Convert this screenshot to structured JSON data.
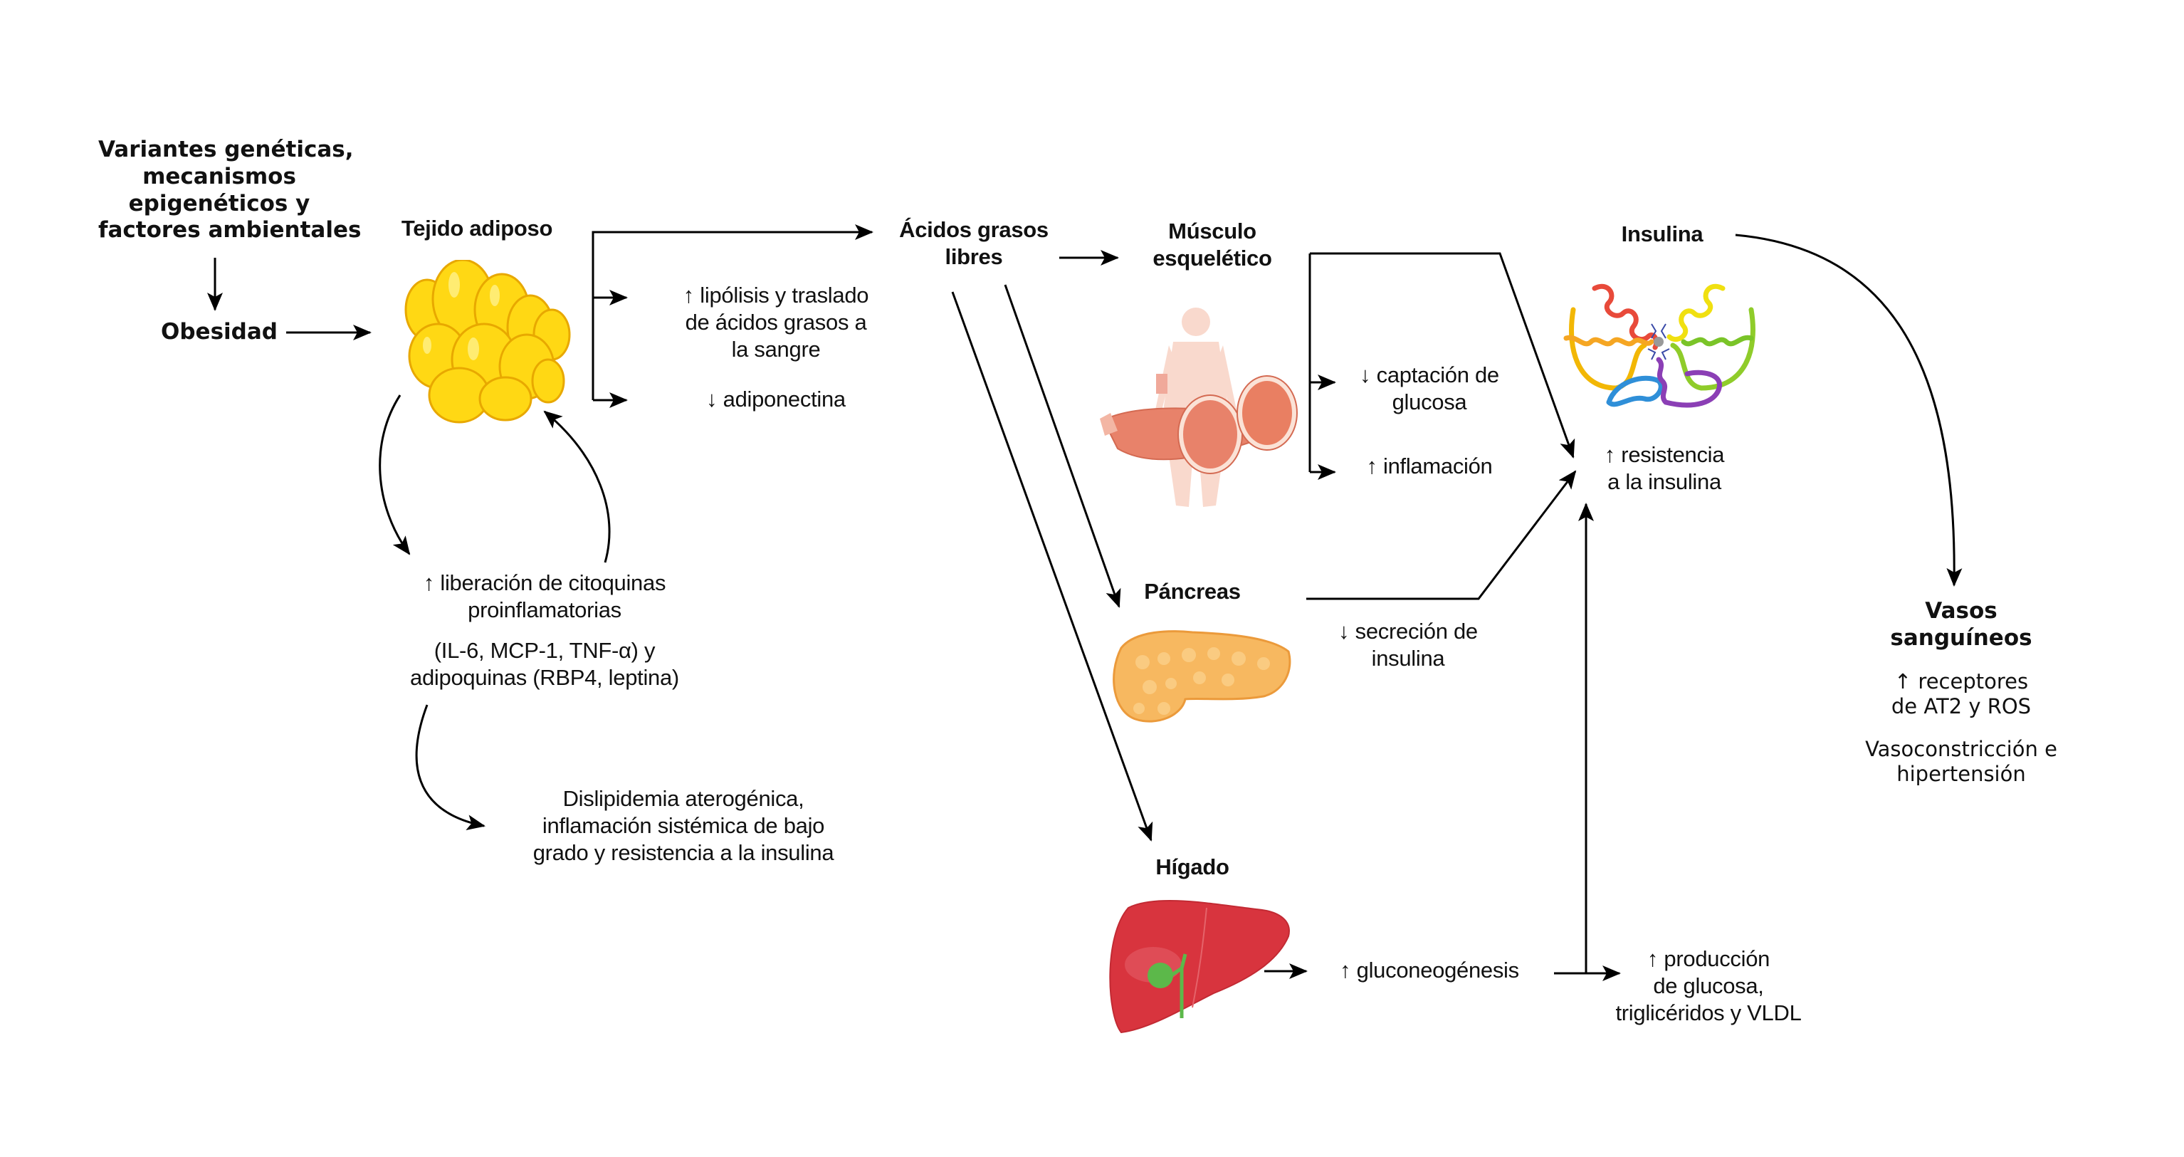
{
  "diagram": {
    "nodes": {
      "causes": {
        "lines": [
          "Variantes genéticas,",
          "mecanismos",
          "epigenéticos y",
          "factores ambientales"
        ]
      },
      "obesity": {
        "label": "Obesidad"
      },
      "adipose": {
        "label": "Tejido adiposo",
        "icon": "fat-cells-illustration"
      },
      "adipose_effects": {
        "lipolysis": [
          "↑ lipólisis y traslado",
          "de ácidos grasos a",
          "la sangre"
        ],
        "adiponectin": "↓ adiponectina"
      },
      "cytokines": {
        "lines": [
          "↑ liberación de citoquinas",
          "proinflamatorias"
        ],
        "detail": [
          "(IL-6, MCP-1, TNF-α) y",
          "adipoquinas (RBP4, leptina)"
        ]
      },
      "dyslipidemia": {
        "lines": [
          "Dislipidemia aterogénica,",
          "inflamación sistémica de bajo",
          "grado y resistencia a la insulina"
        ]
      },
      "ffa": {
        "lines": [
          "Ácidos grasos",
          "libres"
        ]
      },
      "muscle": {
        "lines": [
          "Músculo",
          "esquelético"
        ],
        "icon": "skeletal-muscle-illustration",
        "effects": {
          "glucose_uptake": [
            "↓ captación de",
            "glucosa"
          ],
          "inflammation": "↑ inflamación"
        }
      },
      "pancreas": {
        "label": "Páncreas",
        "icon": "pancreas-illustration",
        "effect": [
          "↓ secreción de",
          "insulina"
        ]
      },
      "liver": {
        "label": "Hígado",
        "icon": "liver-illustration",
        "effect": "↑ gluconeogénesis"
      },
      "production": {
        "lines": [
          "↑ producción",
          "de glucosa,",
          "triglicéridos y VLDL"
        ]
      },
      "insulin": {
        "label": "Insulina",
        "icon": "insulin-protein-ribbon-illustration"
      },
      "insulin_resistance": {
        "lines": [
          "↑ resistencia",
          "a la insulina"
        ]
      },
      "vessels": {
        "lines": [
          "Vasos",
          "sanguíneos"
        ],
        "effect1": [
          "↑ receptores",
          "de AT2 y ROS"
        ],
        "effect2": [
          "Vasoconstricción e",
          "hipertensión"
        ]
      }
    },
    "colors": {
      "line": "#000000",
      "fat": "#f7d21a",
      "muscle": "#e8826a",
      "body": "#f8d4c8",
      "pancreas": "#f5b55a",
      "liver": "#d8343e",
      "gallbladder": "#5cb84a"
    }
  }
}
